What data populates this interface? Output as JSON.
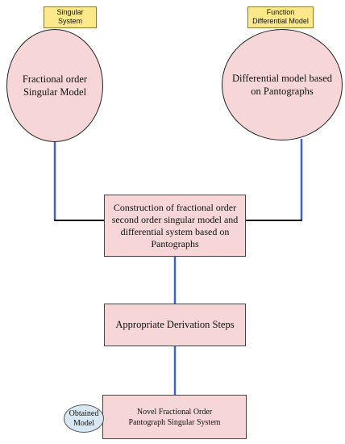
{
  "tags": {
    "singular_line1": "Singular",
    "singular_line2": "System",
    "function_line1": "Function",
    "function_line2": "Differential Model"
  },
  "circles": {
    "left": "Fractional order Singular Model",
    "right": "Differential model based on Pantographs"
  },
  "boxes": {
    "construction": "Construction of fractional order second order singular model and differential system based on Pantographs",
    "derivation": "Appropriate Derivation Steps",
    "novel": "Novel Fractional Order Pantograph Singular System"
  },
  "oval": {
    "label": "Obtained Model"
  },
  "colors": {
    "tag_fill": "#fde98a",
    "node_fill": "#f6d6d6",
    "oval_fill": "#d7e8f3",
    "blue_connector": "#3c64c8",
    "black_connector": "#111111"
  }
}
